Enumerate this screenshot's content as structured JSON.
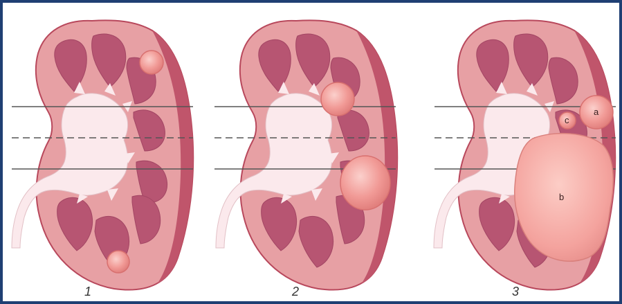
{
  "panels": [
    {
      "number": "1"
    },
    {
      "number": "2"
    },
    {
      "number": "3"
    }
  ],
  "tumor_labels": {
    "a": "a",
    "b": "b",
    "c": "c"
  },
  "colors": {
    "frame": "#1f3f73",
    "capsule": "#e7a0a4",
    "cortex_edge": "#b8485c",
    "medulla": "#b75572",
    "pelvis": "#fbe9ec",
    "tumor": "#ee8f8c",
    "line": "#555555"
  }
}
